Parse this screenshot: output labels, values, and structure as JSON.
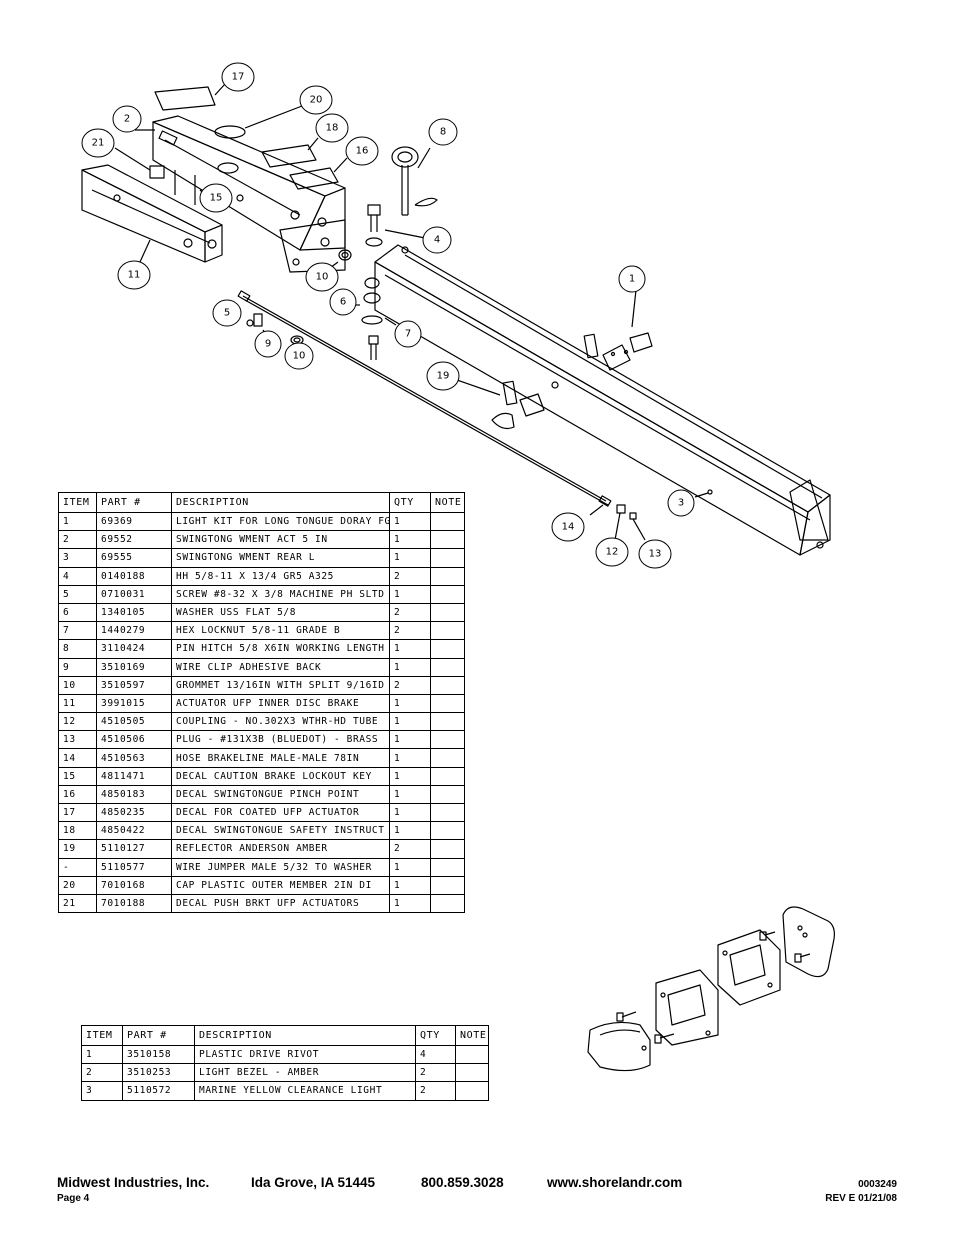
{
  "main_table": {
    "headers": [
      "ITEM",
      "PART #",
      "DESCRIPTION",
      "QTY",
      "NOTE"
    ],
    "rows": [
      [
        "1",
        "69369",
        "LIGHT KIT FOR LONG TONGUE DORAY FG",
        "1",
        ""
      ],
      [
        "2",
        "69552",
        "SWINGTONG WMENT ACT 5 IN",
        "1",
        ""
      ],
      [
        "3",
        "69555",
        "SWINGTONG WMENT REAR L",
        "1",
        ""
      ],
      [
        "4",
        "0140188",
        "HH 5/8-11 X 13/4 GR5 A325",
        "2",
        ""
      ],
      [
        "5",
        "0710031",
        "SCREW #8-32 X 3/8 MACHINE PH SLTD",
        "1",
        ""
      ],
      [
        "6",
        "1340105",
        "WASHER USS FLAT 5/8",
        "2",
        ""
      ],
      [
        "7",
        "1440279",
        "HEX LOCKNUT 5/8-11 GRADE B",
        "2",
        ""
      ],
      [
        "8",
        "3110424",
        "PIN HITCH 5/8 X6IN WORKING LENGTH",
        "1",
        ""
      ],
      [
        "9",
        "3510169",
        "WIRE CLIP ADHESIVE BACK",
        "1",
        ""
      ],
      [
        "10",
        "3510597",
        "GROMMET 13/16IN WITH SPLIT 9/16ID",
        "2",
        ""
      ],
      [
        "11",
        "3991015",
        "ACTUATOR UFP INNER DISC BRAKE",
        "1",
        ""
      ],
      [
        "12",
        "4510505",
        "COUPLING - NO.302X3 WTHR-HD TUBE",
        "1",
        ""
      ],
      [
        "13",
        "4510506",
        "PLUG - #131X3B (BLUEDOT) - BRASS",
        "1",
        ""
      ],
      [
        "14",
        "4510563",
        "HOSE BRAKELINE MALE-MALE 78IN",
        "1",
        ""
      ],
      [
        "15",
        "4811471",
        "DECAL CAUTION BRAKE LOCKOUT KEY",
        "1",
        ""
      ],
      [
        "16",
        "4850183",
        "DECAL SWINGTONGUE PINCH POINT",
        "1",
        ""
      ],
      [
        "17",
        "4850235",
        "DECAL FOR COATED UFP ACTUATOR",
        "1",
        ""
      ],
      [
        "18",
        "4850422",
        "DECAL SWINGTONGUE SAFETY INSTRUCT",
        "1",
        ""
      ],
      [
        "19",
        "5110127",
        "REFLECTOR ANDERSON AMBER",
        "2",
        ""
      ],
      [
        "-",
        "5110577",
        "WIRE JUMPER MALE 5/32 TO WASHER",
        "1",
        ""
      ],
      [
        "20",
        "7010168",
        "CAP PLASTIC OUTER MEMBER 2IN DI",
        "1",
        ""
      ],
      [
        "21",
        "7010188",
        "DECAL PUSH BRKT UFP ACTUATORS",
        "1",
        ""
      ]
    ]
  },
  "light_table": {
    "headers": [
      "ITEM",
      "PART #",
      "DESCRIPTION",
      "QTY",
      "NOTE"
    ],
    "rows": [
      [
        "1",
        "3510158",
        "PLASTIC DRIVE RIVOT",
        "4",
        ""
      ],
      [
        "2",
        "3510253",
        "LIGHT BEZEL - AMBER",
        "2",
        ""
      ],
      [
        "3",
        "5110572",
        "MARINE YELLOW CLEARANCE LIGHT",
        "2",
        ""
      ]
    ]
  },
  "callouts": [
    "17",
    "20",
    "2",
    "18",
    "21",
    "16",
    "8",
    "15",
    "4",
    "11",
    "10",
    "1",
    "6",
    "5",
    "7",
    "9",
    "10",
    "19",
    "3",
    "14",
    "12",
    "13"
  ],
  "footer": {
    "company": "Midwest Industries, Inc.",
    "city": "Ida Grove, IA  51445",
    "phone": "800.859.3028",
    "website": "www.shorelandr.com",
    "page": "Page 4",
    "doc_number": "0003249",
    "revision": "REV E  01/21/08"
  }
}
